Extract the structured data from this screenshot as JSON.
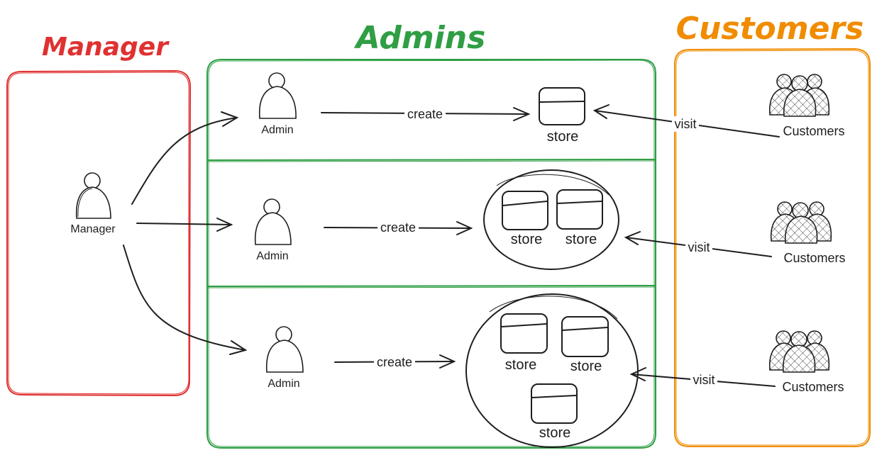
{
  "titles": {
    "manager": "Manager",
    "admins": "Admins",
    "customers": "Customers"
  },
  "colors": {
    "manager": "#e03131",
    "admins": "#2f9e44",
    "customers": "#f08c00",
    "ink": "#1e1e1e",
    "background": "#ffffff"
  },
  "manager": {
    "label": "Manager",
    "icon": "person-icon"
  },
  "rows": [
    {
      "admin_label": "Admin",
      "action_label": "create",
      "stores": [
        "store"
      ],
      "visit_label": "visit",
      "customers_label": "Customers"
    },
    {
      "admin_label": "Admin",
      "action_label": "create",
      "stores": [
        "store",
        "store"
      ],
      "visit_label": "visit",
      "customers_label": "Customers"
    },
    {
      "admin_label": "Admin",
      "action_label": "create",
      "stores": [
        "store",
        "store",
        "store"
      ],
      "visit_label": "visit",
      "customers_label": "Customers"
    }
  ],
  "icons": {
    "person": "person-icon",
    "store": "store-icon",
    "customers": "customer-group-icon"
  }
}
